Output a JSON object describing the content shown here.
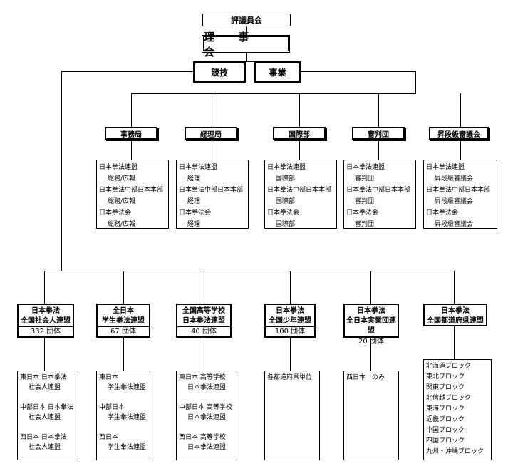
{
  "top": {
    "council": "評議員会",
    "board": "理 事 会",
    "competition": "競技",
    "business": "事業"
  },
  "departments": [
    {
      "title": "事務局",
      "lines": [
        "日本拳法連盟",
        "総務/広報",
        "日本拳法中部日本本部",
        "総務/広報",
        "日本拳法会",
        "総務/広報"
      ]
    },
    {
      "title": "経理局",
      "lines": [
        "日本拳法連盟",
        "経理",
        "日本拳法中部日本本部",
        "経理",
        "日本拳法会",
        "経理"
      ]
    },
    {
      "title": "国際部",
      "lines": [
        "日本拳法連盟",
        "国際部",
        "日本拳法中部日本本部",
        "国際部",
        "日本拳法会",
        "国際部"
      ]
    },
    {
      "title": "審判団",
      "lines": [
        "日本拳法連盟",
        "審判団",
        "日本拳法中部日本本部",
        "審判団",
        "日本拳法会",
        "審判団"
      ]
    },
    {
      "title": "昇段級審議会",
      "lines": [
        "日本拳法連盟",
        "昇段級審議会",
        "日本拳法中部日本本部",
        "昇段級審議会",
        "日本拳法会",
        "昇段級審議会"
      ]
    }
  ],
  "organizations": [
    {
      "name1": "日本拳法",
      "name2": "全国社会人連盟",
      "count": "332 団体",
      "members": [
        "東日本 日本拳法",
        "社会人連盟",
        "",
        "中部日本 日本拳法",
        "社会人連盟",
        "",
        "西日本 日本拳法",
        "社会人連盟"
      ]
    },
    {
      "name1": "全日本",
      "name2": "学生拳法連盟",
      "count": "67 団体",
      "members": [
        "東日本",
        "学生拳法連盟",
        "",
        "中部日本",
        "学生拳法連盟",
        "",
        "西日本",
        "学生拳法連盟"
      ]
    },
    {
      "name1": "全国高等学校",
      "name2": "日本拳法連盟",
      "count": "40 団体",
      "members": [
        "東日本 高等学校",
        "日本拳法連盟",
        "",
        "中部日本 高等学校",
        "日本拳法連盟",
        "",
        "西日本 高等学校",
        "日本拳法連盟"
      ]
    },
    {
      "name1": "日本拳法",
      "name2": "全国少年連盟",
      "count": "100 団体",
      "members": [
        "各都道府県単位"
      ]
    },
    {
      "name1": "日本拳法",
      "name2": "全日本実業団連盟",
      "count": "20 団体",
      "members": [
        "西日本　のみ"
      ]
    },
    {
      "name1": "日本拳法",
      "name2": "全国都道府県連盟",
      "count": "",
      "members": [
        "北海道ブロック",
        "東北ブロック",
        "関東ブロック",
        "北信越ブロック",
        "東海ブロック",
        "近畿ブロック",
        "中国ブロック",
        "四国ブロック",
        "九州・沖縄ブロック"
      ]
    }
  ]
}
